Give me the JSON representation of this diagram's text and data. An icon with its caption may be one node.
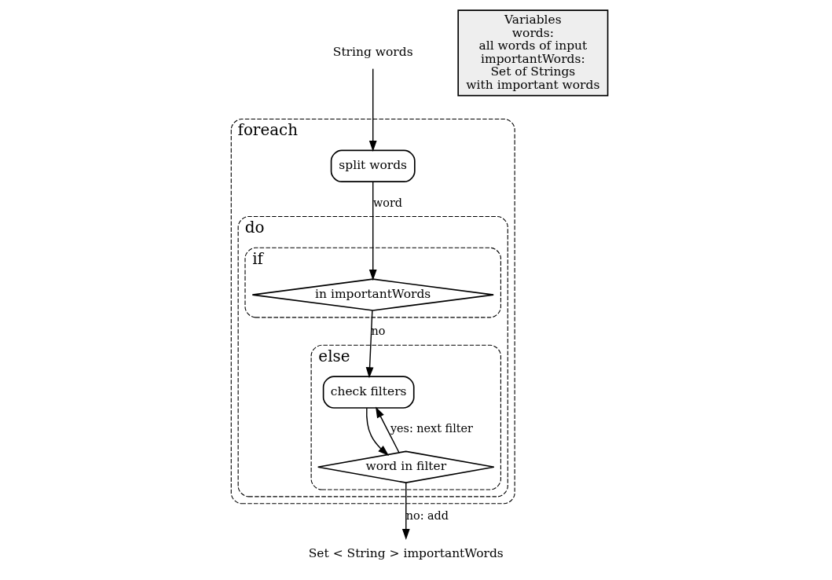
{
  "diagram": {
    "nodes": [
      {
        "text": [
          "String words"
        ]
      },
      {
        "text": [
          "foreach"
        ]
      },
      {
        "text": [
          "split words"
        ],
        "in": 1
      },
      {
        "text": [
          "do"
        ],
        "in": 1
      },
      {
        "text": [
          "if"
        ],
        "in": 3
      },
      {
        "text": [
          "in importantWords"
        ],
        "in": 4
      },
      {
        "text": [
          "else"
        ],
        "in": 3
      },
      {
        "text": [
          "check filters"
        ],
        "in": 6
      },
      {
        "text": [
          "word in filter"
        ],
        "in": 6
      },
      {
        "text": [
          "Set < String > importantWords"
        ]
      },
      {
        "text": [
          "Variables",
          "words:",
          "all words of input",
          "importantWords:",
          "Set of Strings",
          "with important words"
        ]
      }
    ],
    "edges": [
      {
        "from": 0,
        "to": 2,
        "arrow": "to"
      },
      {
        "from": 2,
        "to": 5,
        "arrow": "to",
        "label": "word"
      },
      {
        "from": 5,
        "to": 7,
        "arrow": "to",
        "label": "no"
      },
      {
        "from": 7,
        "to": 8,
        "arrow": "to"
      },
      {
        "from": 8,
        "to": 7,
        "arrow": "to",
        "label": "yes: next filter"
      },
      {
        "from": 8,
        "to": 9,
        "arrow": "to",
        "label": "no: add"
      }
    ]
  }
}
